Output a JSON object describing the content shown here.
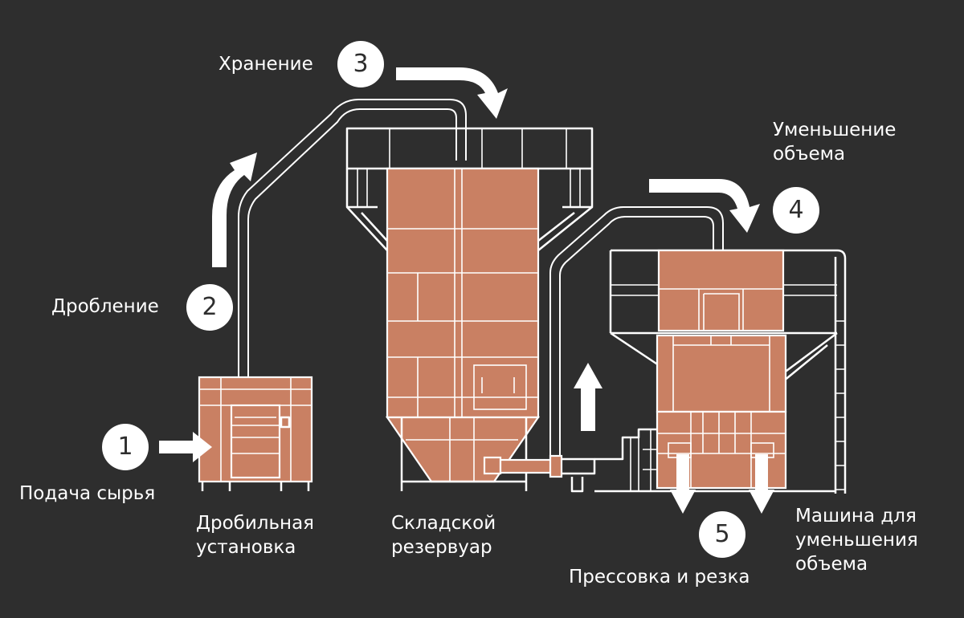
{
  "steps": [
    {
      "number": "1",
      "label": "Подача сырья"
    },
    {
      "number": "2",
      "label": "Дробление"
    },
    {
      "number": "3",
      "label": "Хранение"
    },
    {
      "number": "4",
      "label_lines": [
        "Уменьшение",
        "объема"
      ]
    },
    {
      "number": "5",
      "label": "Прессовка и резка"
    }
  ],
  "equipment": {
    "crusher": [
      "Дробильная",
      "установка"
    ],
    "tank": [
      "Складской",
      "резервуар"
    ],
    "machine": [
      "Машина для",
      "уменьшения",
      "объема"
    ]
  },
  "colors": {
    "background": "#2e2e2e",
    "fill": "#c98063",
    "line": "#ffffff"
  }
}
